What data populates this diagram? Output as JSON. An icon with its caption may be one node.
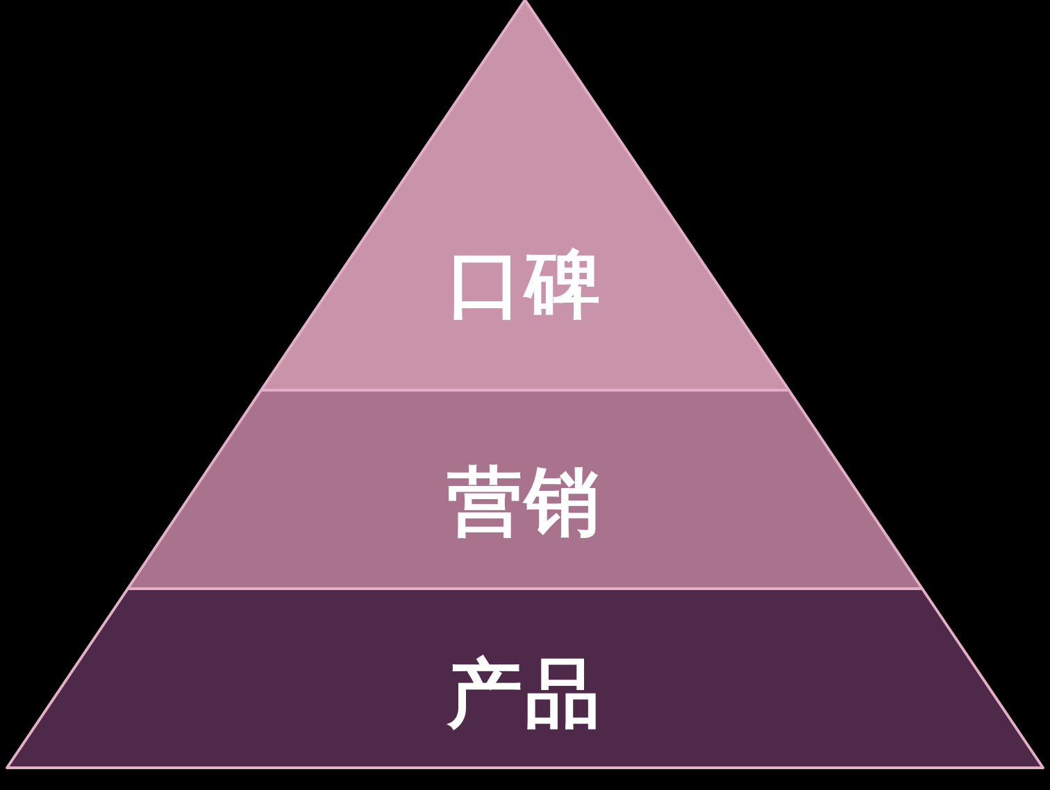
{
  "diagram": {
    "nodes": [
      {
        "text": [
          "口碑"
        ]
      },
      {
        "text": [
          "营销"
        ]
      },
      {
        "text": [
          "产品"
        ]
      }
    ]
  }
}
